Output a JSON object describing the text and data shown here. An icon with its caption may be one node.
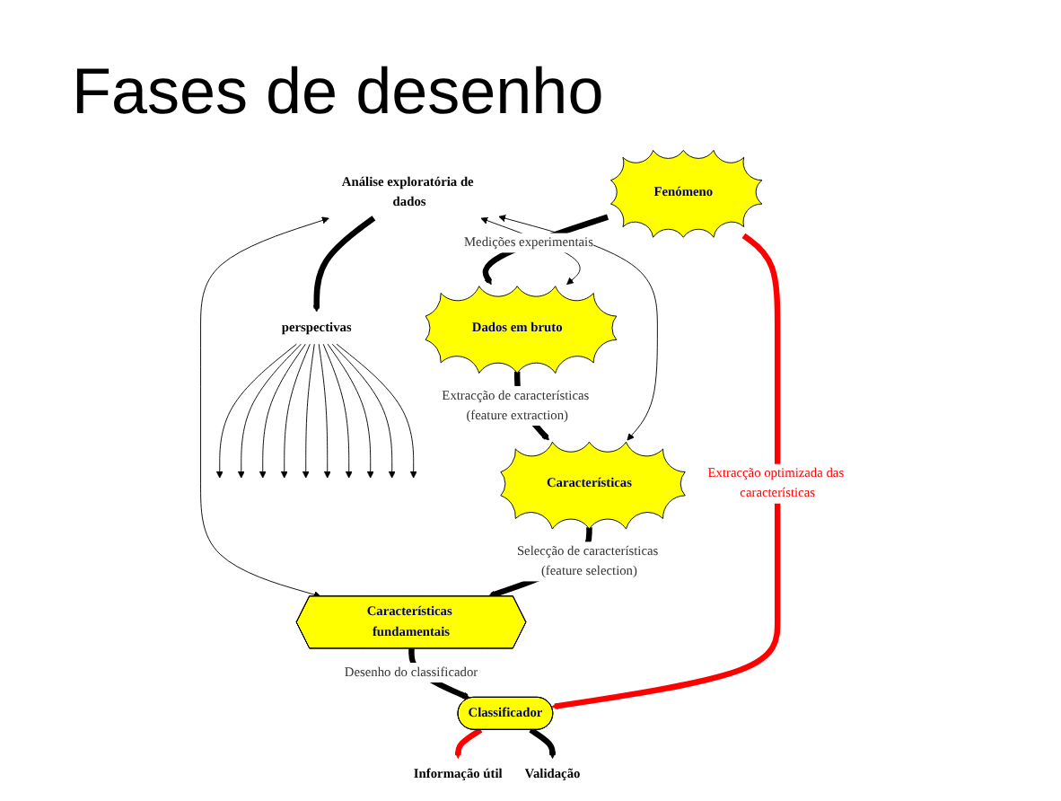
{
  "diagram": {
    "title": "Fases de desenho",
    "nodes": [
      {
        "text": [
          "Fenómeno"
        ]
      },
      {
        "text": [
          "Dados em bruto"
        ]
      },
      {
        "text": [
          "Análise exploratória de dados"
        ]
      },
      {
        "text": [
          "Características"
        ]
      },
      {
        "text": [
          "perspectivas"
        ]
      },
      {
        "text": [
          "Classificador"
        ]
      },
      {
        "text": [
          "Características fundamentais"
        ]
      },
      {
        "text": [
          "Informação útil"
        ]
      },
      {
        "text": [
          "Validação"
        ]
      }
    ],
    "edges": [
      {
        "from": 0,
        "to": 1,
        "arrow": "to",
        "label": "Medições experimentais",
        "style": "thick"
      },
      {
        "from": 1,
        "to": 3,
        "arrow": "to",
        "label": "Extracção de características (feature extraction)",
        "style": "thick"
      },
      {
        "from": 2,
        "to": 1,
        "arrow": "both"
      },
      {
        "from": 2,
        "to": 3,
        "arrow": "both"
      },
      {
        "from": 2,
        "to": 6,
        "arrow": "both"
      },
      {
        "from": 2,
        "to": 4,
        "arrow": "to",
        "style": "thick"
      },
      {
        "from": 3,
        "to": 6,
        "arrow": "to",
        "label": "Selecção de características (feature selection)",
        "style": "thick"
      },
      {
        "from": 6,
        "to": 5,
        "arrow": "to",
        "label": "Desenho do classificador",
        "style": "thick"
      },
      {
        "from": 0,
        "to": 5,
        "arrow": "to",
        "label": "Extracção optimizada das características",
        "style": "thick",
        "color": "#ff0000"
      },
      {
        "from": 5,
        "to": 7,
        "arrow": "to",
        "style": "thick",
        "color": "#ff0000"
      },
      {
        "from": 5,
        "to": 8,
        "arrow": "to",
        "style": "thick"
      },
      {
        "from": 4,
        "to": null,
        "arrow": "to"
      },
      {
        "from": 4,
        "to": null,
        "arrow": "to"
      },
      {
        "from": 4,
        "to": null,
        "arrow": "to"
      },
      {
        "from": 4,
        "to": null,
        "arrow": "to"
      },
      {
        "from": 4,
        "to": null,
        "arrow": "to"
      },
      {
        "from": 4,
        "to": null,
        "arrow": "to"
      },
      {
        "from": 4,
        "to": null,
        "arrow": "to"
      },
      {
        "from": 4,
        "to": null,
        "arrow": "to"
      },
      {
        "from": 4,
        "to": null,
        "arrow": "to"
      },
      {
        "from": 4,
        "to": null,
        "arrow": "to"
      }
    ]
  }
}
